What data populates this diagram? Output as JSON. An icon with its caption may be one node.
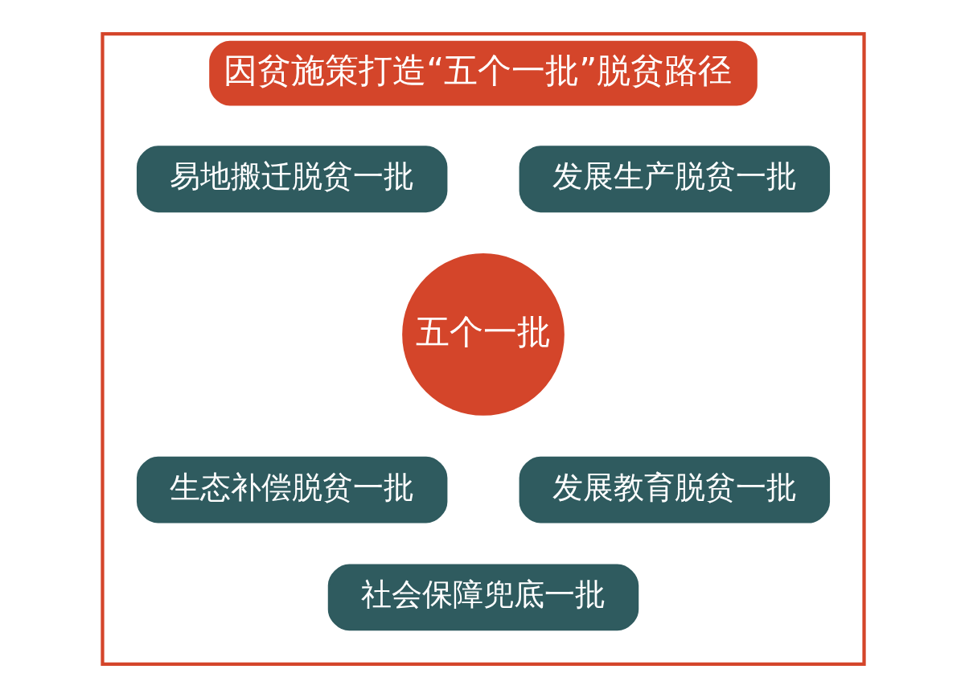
{
  "diagram": {
    "nodes": [
      {
        "text": [
          "因贫施策打造“五个一批”脱贫路径"
        ]
      },
      {
        "text": [
          "发展生产脱贫一批"
        ],
        "in": 0
      },
      {
        "text": [
          "易地搬迁脱贫一批"
        ],
        "in": 0
      },
      {
        "text": [
          "五个一批"
        ],
        "in": 0
      },
      {
        "text": [
          "生态补偿脱贫一批"
        ],
        "in": 0
      },
      {
        "text": [
          "发展教育脱贫一批"
        ],
        "in": 0
      },
      {
        "text": [
          "社会保障兜底一批"
        ],
        "in": 0
      }
    ]
  }
}
